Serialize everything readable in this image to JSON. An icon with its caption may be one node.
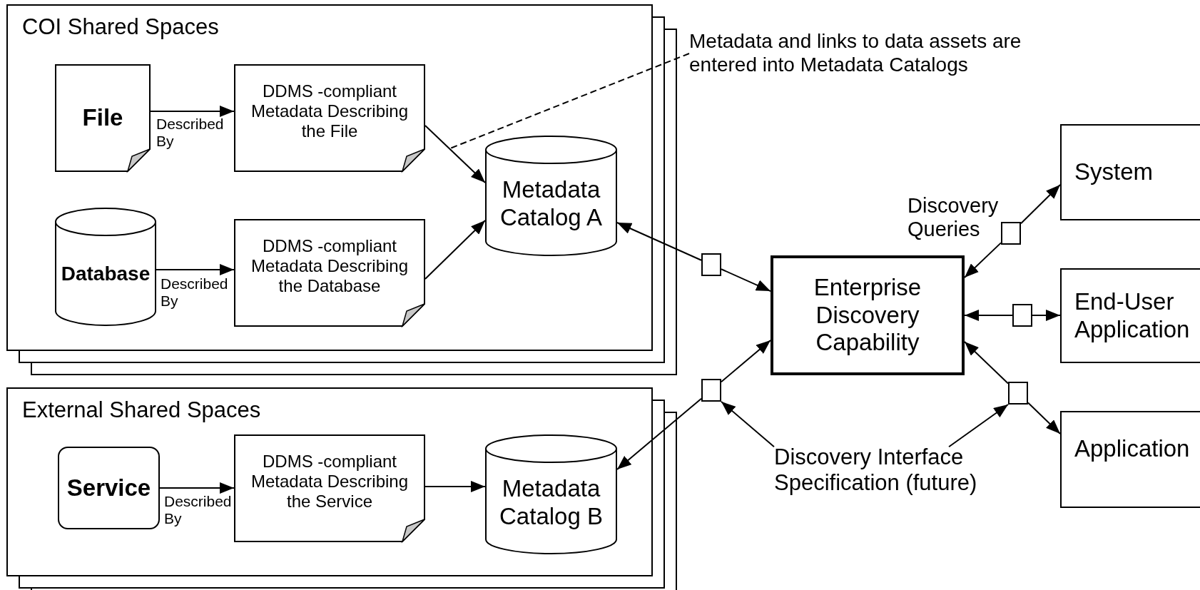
{
  "diagram": {
    "nodes": [
      {
        "text": [
          "COI Shared Spaces"
        ]
      },
      {
        "text": [
          "File"
        ],
        "in": 0
      },
      {
        "text": [
          "DDMS -compliant Metadata Describing the File"
        ],
        "in": 0
      },
      {
        "text": [
          "Database"
        ],
        "in": 0
      },
      {
        "text": [
          "DDMS -compliant Metadata Describing the Database"
        ],
        "in": 0
      },
      {
        "text": [
          "Metadata Catalog A"
        ],
        "in": 0
      },
      {
        "text": [
          "External Shared Spaces"
        ]
      },
      {
        "text": [
          "Service"
        ],
        "in": 6
      },
      {
        "text": [
          "DDMS -compliant Metadata Describing the Service"
        ],
        "in": 6
      },
      {
        "text": [
          "Metadata Catalog B"
        ],
        "in": 6
      },
      {
        "text": [
          "Enterprise Discovery Capability"
        ]
      },
      {
        "text": [
          "System"
        ]
      },
      {
        "text": [
          "End-User Application"
        ]
      },
      {
        "text": [
          "Application"
        ]
      },
      {
        "text": [
          "Metadata and links to data assets are entered into Metadata Catalogs"
        ]
      },
      {
        "text": [
          "Discovery Interface Specification (future)"
        ]
      },
      {
        "text": [],
        "shape": "box"
      },
      {
        "text": [],
        "shape": "box"
      },
      {
        "text": [],
        "shape": "box"
      },
      {
        "text": [],
        "shape": "box"
      },
      {
        "text": [],
        "shape": "box"
      }
    ],
    "edges": [
      {
        "from": 1,
        "to": 2,
        "arrow": "to",
        "label": "Described By"
      },
      {
        "from": 3,
        "to": 4,
        "arrow": "to",
        "label": "Described By"
      },
      {
        "from": 2,
        "to": 5,
        "arrow": "to"
      },
      {
        "from": 4,
        "to": 5,
        "arrow": "to"
      },
      {
        "from": 7,
        "to": 8,
        "arrow": "to",
        "label": "Described By"
      },
      {
        "from": 8,
        "to": 9,
        "arrow": "to"
      },
      {
        "from": 16,
        "to": 5,
        "arrow": "to"
      },
      {
        "from": 16,
        "to": 10,
        "arrow": "to"
      },
      {
        "from": 17,
        "to": 10,
        "arrow": "to"
      },
      {
        "from": 17,
        "to": 9,
        "arrow": "to"
      },
      {
        "from": 18,
        "to": 10,
        "arrow": "to"
      },
      {
        "from": 18,
        "to": 11,
        "arrow": "to",
        "label": "Discovery Queries"
      },
      {
        "from": 19,
        "to": 10,
        "arrow": "to"
      },
      {
        "from": 19,
        "to": 12,
        "arrow": "to"
      },
      {
        "from": 20,
        "to": 10,
        "arrow": "to"
      },
      {
        "from": 20,
        "to": 13,
        "arrow": "to"
      },
      {
        "from": 14,
        "to": null,
        "arrow": "none",
        "style": "dashed"
      },
      {
        "from": 15,
        "to": 17,
        "arrow": "to"
      },
      {
        "from": 15,
        "to": 20,
        "arrow": "to"
      }
    ]
  }
}
